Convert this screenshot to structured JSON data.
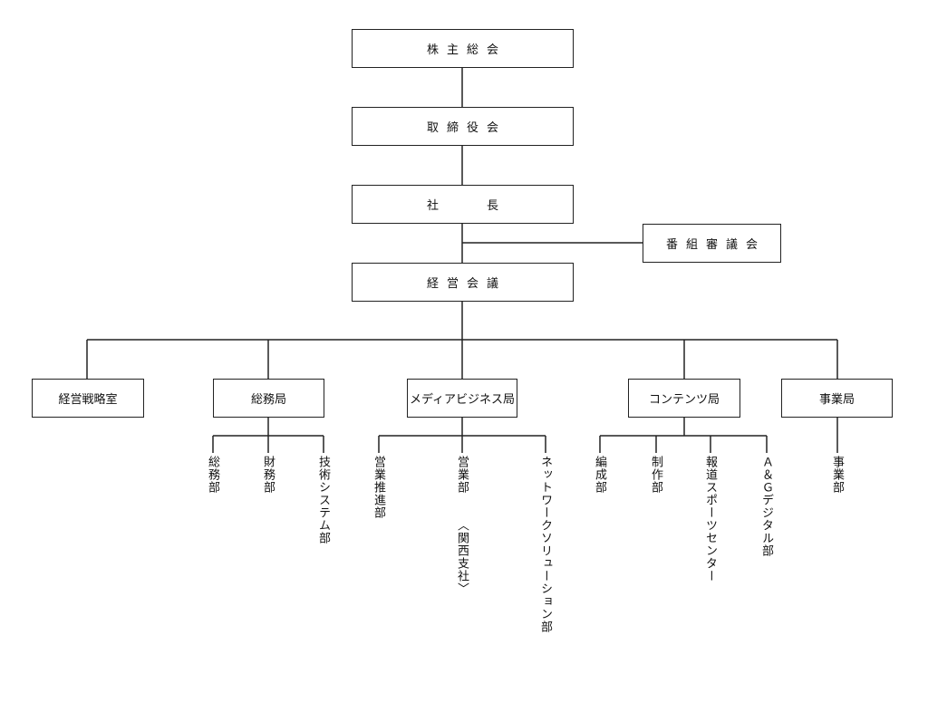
{
  "top_chain": {
    "shareholders_meeting": "株主総会",
    "board_of_directors": "取締役会",
    "president": "社　　長",
    "program_council": "番組審議会",
    "management_meeting": "経営会議"
  },
  "divisions": {
    "strategy_office": "経営戦略室",
    "general_affairs": "総務局",
    "media_business": "メディアビジネス局",
    "contents": "コンテンツ局",
    "business": "事業局"
  },
  "departments": {
    "general_affairs_dept": "総務部",
    "finance_dept": "財務部",
    "technical_systems_dept": "技術システム部",
    "sales_promotion_dept": "営業推進部",
    "sales_dept": "営業部",
    "kansai_branch": "〈関西支社〉",
    "network_solutions_dept": "ネットワークソリューション部",
    "programming_dept": "編成部",
    "production_dept": "制作部",
    "news_sports_center": "報道スポーツセンター",
    "ag_digital_dept": "Ａ＆Ｇデジタル部",
    "business_dept": "事業部"
  }
}
